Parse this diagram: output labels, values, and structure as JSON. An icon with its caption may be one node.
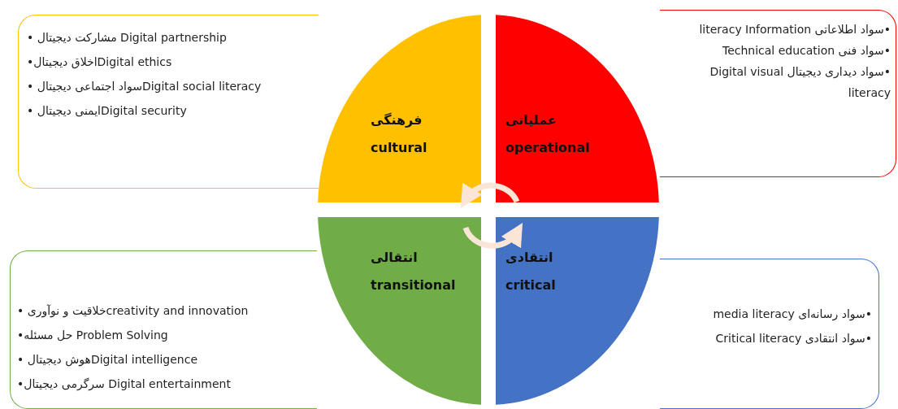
{
  "diagram": {
    "nodes": [
      {
        "text": [
          "• مشارکت دیجیتال Digital partnership",
          "•اخلاق دیجیتالDigital ethics",
          "• سواد اجتماعی دیجیتالDigital social literacy",
          "• ایمنی دیجیتالDigital security"
        ]
      },
      {
        "text": [
          "•سواد اطلاعاتی literacy Information",
          "•سواد فنی Technical education",
          "•سواد دیداری دیجیتال  Digital visual literacy"
        ]
      },
      {
        "text": [
          "فرهنگی",
          "cultural"
        ]
      },
      {
        "text": [
          "عملیاتی",
          "operational"
        ]
      },
      {
        "text": [
          "انتقالی",
          "transitional"
        ]
      },
      {
        "text": [
          "انتقادی",
          "critical"
        ]
      },
      {
        "text": [
          "• خلاقیت و نوآوریcreativity and innovation",
          "•حل مسئله Problem Solving",
          "• هوش دیجیتالDigital intelligence",
          "•سرگرمی دیجیتال Digital entertainment"
        ]
      },
      {
        "text": [
          "•سواد رسانه‌ای  media literacy",
          "•سواد انتقادی Critical literacy"
        ]
      }
    ],
    "edges": [
      {
        "from": 3,
        "to": 2,
        "arrow": "to"
      },
      {
        "from": 4,
        "to": 5,
        "arrow": "to"
      }
    ]
  }
}
